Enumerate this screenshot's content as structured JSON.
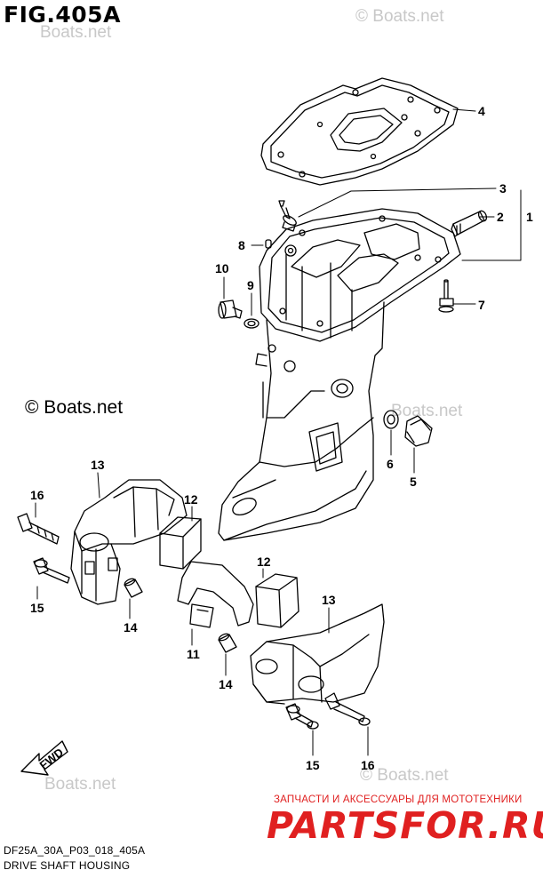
{
  "figure": {
    "title": "FIG.405A",
    "code": "DF25A_30A_P03_018_405A",
    "name": "DRIVE SHAFT HOUSING"
  },
  "watermarks": {
    "small": "© Boats.net",
    "small_plain": "Boats.net",
    "main": "© Boats.net"
  },
  "branding": {
    "tagline": "ЗАПЧАСТИ И АКСЕССУАРЫ ДЛЯ МОТОТЕХНИКИ",
    "logo": "PARTSFOR.RU"
  },
  "fwd_label": "FWD",
  "callouts": {
    "c1": "1",
    "c2": "2",
    "c3": "3",
    "c4": "4",
    "c5": "5",
    "c6": "6",
    "c7": "7",
    "c8": "8",
    "c9": "9",
    "c10": "10",
    "c11": "11",
    "c12a": "12",
    "c12b": "12",
    "c13a": "13",
    "c13b": "13",
    "c14a": "14",
    "c14b": "14",
    "c15a": "15",
    "c15b": "15",
    "c16a": "16",
    "c16b": "16"
  },
  "colors": {
    "line": "#000000",
    "watermark": "#c8c8c8",
    "brand": "#e02020"
  }
}
